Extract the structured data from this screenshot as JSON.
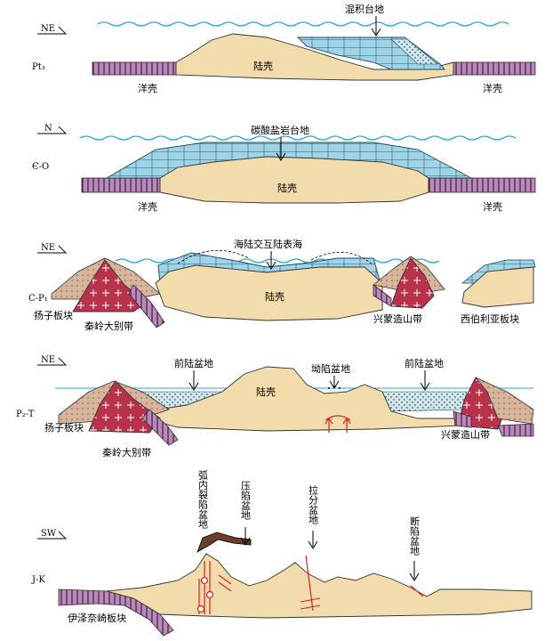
{
  "panels": [
    {
      "stage": "Pt₃",
      "direction": "NE",
      "labels": {
        "feature": "混积台地",
        "crust": "陆壳",
        "ocean_left": "洋壳",
        "ocean_right": "洋壳"
      }
    },
    {
      "stage": "Є-O",
      "direction": "N",
      "labels": {
        "feature": "碳酸盐岩台地",
        "crust": "陆壳",
        "ocean_left": "洋壳",
        "ocean_right": "洋壳"
      }
    },
    {
      "stage": "C-P₁",
      "direction": "NE",
      "labels": {
        "feature": "海陆交互陆表海",
        "crust": "陆壳",
        "block_left": "扬子板块",
        "orogen_left": "秦岭大别带",
        "orogen_right": "兴蒙造山带",
        "block_right": "西伯利亚板块"
      }
    },
    {
      "stage": "P₂-T",
      "direction": "NE",
      "labels": {
        "basin_left": "前陆盆地",
        "crust": "陆壳",
        "basin_mid": "坳陷盆地",
        "basin_right": "前陆盆地",
        "block_left": "扬子板块",
        "orogen_left": "秦岭大别带",
        "orogen_right": "兴蒙造山带"
      }
    },
    {
      "stage": "J-K",
      "direction": "SW",
      "labels": {
        "basin_arc": "弧内裂陷盆地",
        "basin_compress": "压陷盆地",
        "basin_pull": "拉分盆地",
        "basin_fault": "断陷盆地",
        "block_left": "伊泽奈崎板块"
      }
    }
  ],
  "colors": {
    "crust": "#f3dcac",
    "carbonate": "#9fd3e6",
    "oceanic": "#b98ab8",
    "granite": "#b8324a",
    "clastic": "#d7b49a",
    "water": "#2aa8d8",
    "accent_red": "#e0201c"
  }
}
